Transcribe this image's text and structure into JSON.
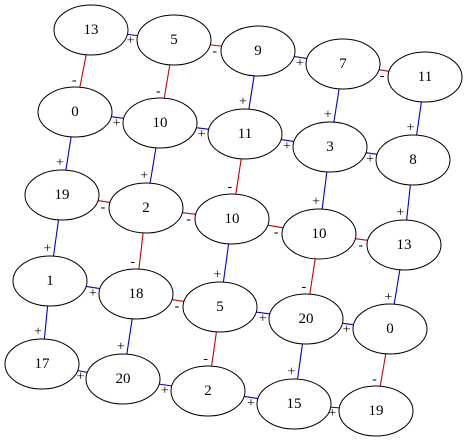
{
  "colors": {
    "positive": "#0000cc",
    "negative": "#cc0000",
    "node_stroke": "#000000",
    "background": "#ffffff"
  },
  "nodes": [
    {
      "id": "r0c0",
      "label": "13"
    },
    {
      "id": "r0c1",
      "label": "5"
    },
    {
      "id": "r0c2",
      "label": "9"
    },
    {
      "id": "r0c3",
      "label": "7"
    },
    {
      "id": "r0c4",
      "label": "11"
    },
    {
      "id": "r1c0",
      "label": "0"
    },
    {
      "id": "r1c1",
      "label": "10"
    },
    {
      "id": "r1c2",
      "label": "11"
    },
    {
      "id": "r1c3",
      "label": "3"
    },
    {
      "id": "r1c4",
      "label": "8"
    },
    {
      "id": "r2c0",
      "label": "19"
    },
    {
      "id": "r2c1",
      "label": "2"
    },
    {
      "id": "r2c2",
      "label": "10"
    },
    {
      "id": "r2c3",
      "label": "10"
    },
    {
      "id": "r2c4",
      "label": "13"
    },
    {
      "id": "r3c0",
      "label": "1"
    },
    {
      "id": "r3c1",
      "label": "18"
    },
    {
      "id": "r3c2",
      "label": "5"
    },
    {
      "id": "r3c3",
      "label": "20"
    },
    {
      "id": "r3c4",
      "label": "0"
    },
    {
      "id": "r4c0",
      "label": "17"
    },
    {
      "id": "r4c1",
      "label": "20"
    },
    {
      "id": "r4c2",
      "label": "2"
    },
    {
      "id": "r4c3",
      "label": "15"
    },
    {
      "id": "r4c4",
      "label": "19"
    }
  ],
  "edges": [
    {
      "from": "r0c0",
      "to": "r0c1",
      "sign": "+"
    },
    {
      "from": "r0c1",
      "to": "r0c2",
      "sign": "-"
    },
    {
      "from": "r0c2",
      "to": "r0c3",
      "sign": "+"
    },
    {
      "from": "r0c3",
      "to": "r0c4",
      "sign": "-"
    },
    {
      "from": "r1c0",
      "to": "r1c1",
      "sign": "+"
    },
    {
      "from": "r1c1",
      "to": "r1c2",
      "sign": "+"
    },
    {
      "from": "r1c2",
      "to": "r1c3",
      "sign": "+"
    },
    {
      "from": "r1c3",
      "to": "r1c4",
      "sign": "+"
    },
    {
      "from": "r2c0",
      "to": "r2c1",
      "sign": "-"
    },
    {
      "from": "r2c1",
      "to": "r2c2",
      "sign": "-"
    },
    {
      "from": "r2c2",
      "to": "r2c3",
      "sign": "-"
    },
    {
      "from": "r2c3",
      "to": "r2c4",
      "sign": "-"
    },
    {
      "from": "r3c0",
      "to": "r3c1",
      "sign": "+"
    },
    {
      "from": "r3c1",
      "to": "r3c2",
      "sign": "-"
    },
    {
      "from": "r3c2",
      "to": "r3c3",
      "sign": "+"
    },
    {
      "from": "r3c3",
      "to": "r3c4",
      "sign": "+"
    },
    {
      "from": "r4c0",
      "to": "r4c1",
      "sign": "+"
    },
    {
      "from": "r4c1",
      "to": "r4c2",
      "sign": "+"
    },
    {
      "from": "r4c2",
      "to": "r4c3",
      "sign": "+"
    },
    {
      "from": "r4c3",
      "to": "r4c4",
      "sign": "+"
    },
    {
      "from": "r0c0",
      "to": "r1c0",
      "sign": "-"
    },
    {
      "from": "r0c1",
      "to": "r1c1",
      "sign": "-"
    },
    {
      "from": "r0c2",
      "to": "r1c2",
      "sign": "+"
    },
    {
      "from": "r0c3",
      "to": "r1c3",
      "sign": "+"
    },
    {
      "from": "r0c4",
      "to": "r1c4",
      "sign": "+"
    },
    {
      "from": "r1c0",
      "to": "r2c0",
      "sign": "+"
    },
    {
      "from": "r1c1",
      "to": "r2c1",
      "sign": "+"
    },
    {
      "from": "r1c2",
      "to": "r2c2",
      "sign": "-"
    },
    {
      "from": "r1c3",
      "to": "r2c3",
      "sign": "+"
    },
    {
      "from": "r1c4",
      "to": "r2c4",
      "sign": "+"
    },
    {
      "from": "r2c0",
      "to": "r3c0",
      "sign": "+"
    },
    {
      "from": "r2c1",
      "to": "r3c1",
      "sign": "-"
    },
    {
      "from": "r2c2",
      "to": "r3c2",
      "sign": "+"
    },
    {
      "from": "r2c3",
      "to": "r3c3",
      "sign": "-"
    },
    {
      "from": "r2c4",
      "to": "r3c4",
      "sign": "+"
    },
    {
      "from": "r3c0",
      "to": "r4c0",
      "sign": "+"
    },
    {
      "from": "r3c1",
      "to": "r4c1",
      "sign": "+"
    },
    {
      "from": "r3c2",
      "to": "r4c2",
      "sign": "-"
    },
    {
      "from": "r3c3",
      "to": "r4c3",
      "sign": "+"
    },
    {
      "from": "r3c4",
      "to": "r4c4",
      "sign": "-"
    }
  ]
}
